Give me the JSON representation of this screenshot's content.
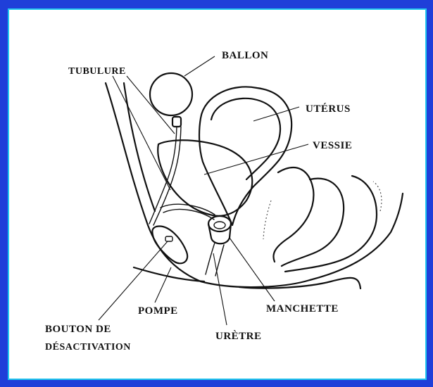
{
  "labels": {
    "ballon": "Ballon",
    "tubulure": "Tubulure",
    "uterus": "Utérus",
    "vessie": "Vessie",
    "pompe": "Pompe",
    "bouton_line1": "Bouton de",
    "bouton_line2": "désactivation",
    "uretre": "Urètre",
    "manchette": "Manchette"
  },
  "colors": {
    "outer_border": "#1f3fd9",
    "inner_border": "#22c7ee",
    "background": "#ffffff",
    "ink": "#111111"
  }
}
